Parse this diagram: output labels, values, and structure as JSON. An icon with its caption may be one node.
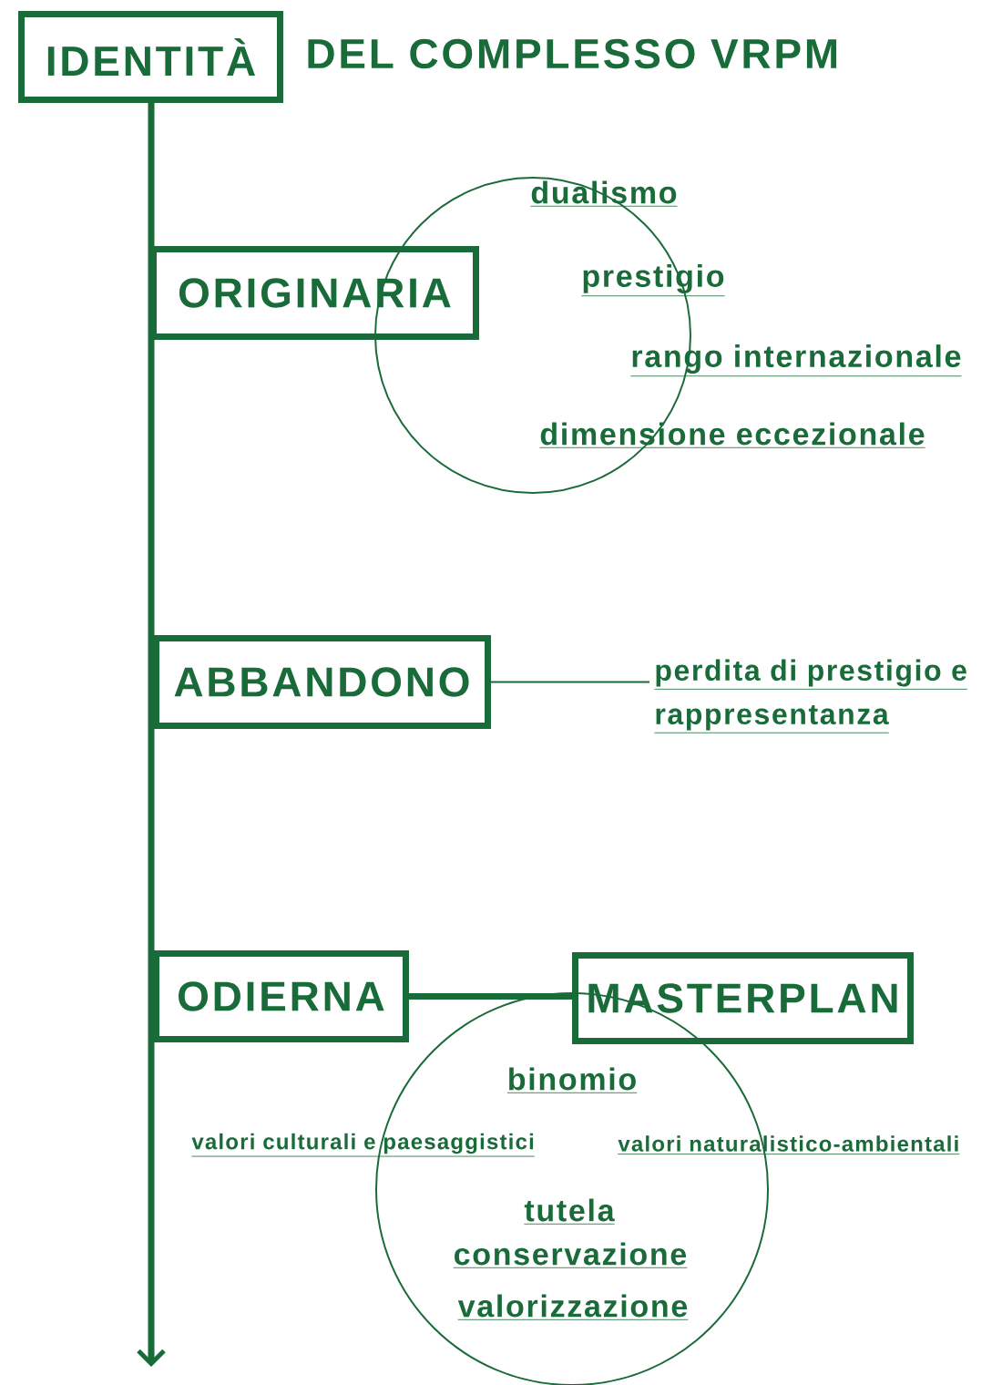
{
  "diagram": {
    "nodes": [
      {
        "text": [
          "IDENTITÀ"
        ],
        "beside": [
          "DEL COMPLESSO VRPM"
        ]
      },
      {
        "text": [
          "ORIGINARIA"
        ]
      },
      {
        "text": [],
        "shape": "circle"
      },
      {
        "text": [
          "ABBANDONO"
        ]
      },
      {
        "text": [
          "perdita di prestigio e rappresentanza"
        ]
      },
      {
        "text": [
          "ODIERNA"
        ]
      },
      {
        "text": [
          "MASTERPLAN"
        ]
      },
      {
        "text": [],
        "shape": "circle"
      }
    ],
    "edges": [
      {
        "from": 0,
        "to": null,
        "arrow": "to"
      },
      {
        "from": 3,
        "to": 4,
        "arrow": "none"
      },
      {
        "from": 5,
        "to": 6,
        "arrow": "none"
      }
    ],
    "labels": [
      "dualismo",
      "prestigio",
      "rango internazionale",
      "dimensione eccezionale",
      "binomio",
      "valori culturali e paesaggistici",
      "valori naturalistico-ambientali",
      "tutela",
      "conservazione",
      "valorizzazione"
    ]
  }
}
